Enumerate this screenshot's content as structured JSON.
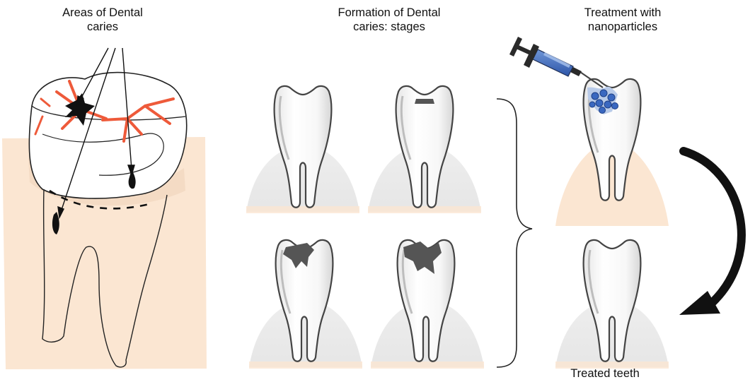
{
  "labels": {
    "areas": [
      "Areas of Dental",
      "caries"
    ],
    "formation": [
      "Formation of Dental",
      "caries: stages"
    ],
    "treatment": [
      "Treatment with",
      "nanoparticles"
    ],
    "treated": "Treated teeth"
  },
  "colors": {
    "gum": "#fbe6d2",
    "bone": "#ececec",
    "caries_fissure": "#ee5a3a",
    "decay": "#555555",
    "nanoparticle": "#3a68c0",
    "arrow": "#111111"
  }
}
